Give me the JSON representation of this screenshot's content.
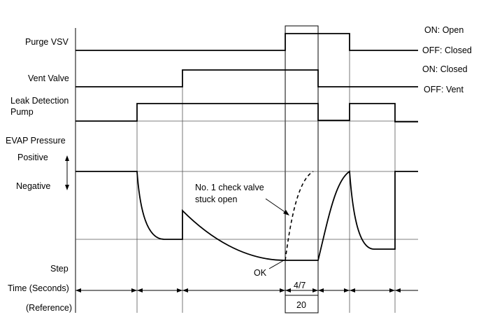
{
  "labels": {
    "purge_vsv": "Purge VSV",
    "vent_valve": "Vent Valve",
    "leak_pump_line1": "Leak Detection",
    "leak_pump_line2": "Pump",
    "evap_pressure": "EVAP Pressure",
    "positive": "Positive",
    "negative": "Negative",
    "step": "Step",
    "time_seconds": "Time (Seconds)",
    "reference": "(Reference)"
  },
  "states": {
    "purge_on": "ON: Open",
    "purge_off": "OFF: Closed",
    "vent_on": "ON: Closed",
    "vent_off": "OFF: Vent"
  },
  "annotations": {
    "check_valve_line1": "No. 1 check valve",
    "check_valve_line2": "stuck open",
    "ok": "OK"
  },
  "step_axis": {
    "step_label": "4/7",
    "time_value": "20"
  }
}
